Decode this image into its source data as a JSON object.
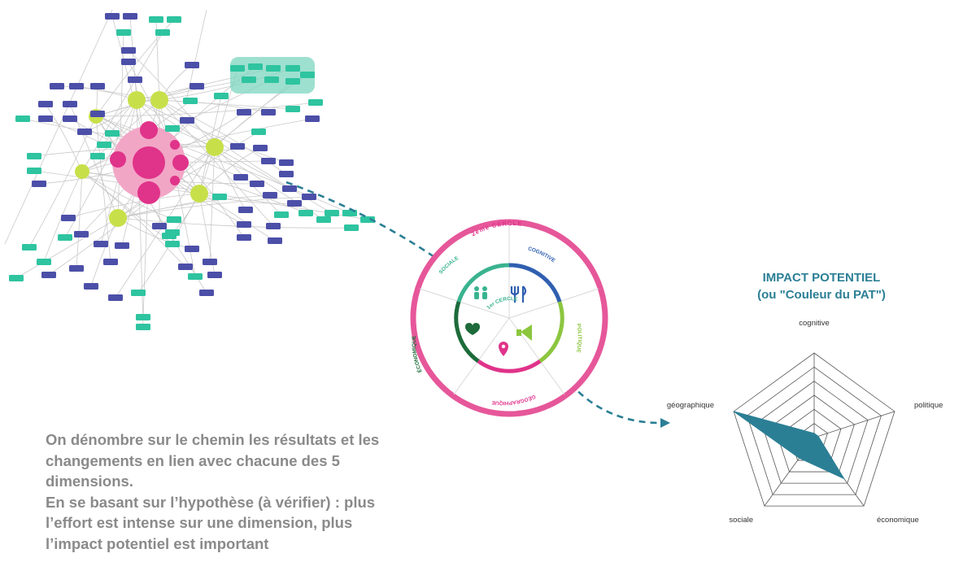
{
  "network_map": {
    "hub_node_count": 6
  },
  "wheel": {
    "outer_ring_color": "#e6579a",
    "labels": {
      "second_circle": "2ème CERCLE",
      "first_circle": "1er CERCLE",
      "cognitive": "COGNITIVE",
      "politique": "POLITIQUE",
      "geographique": "GÉOGRAPHIQUE",
      "economique": "ÉCONOMIQUE",
      "sociale": "SOCIALE"
    },
    "segment_colors": {
      "cognitive": "#2f5fb0",
      "politique": "#8cc63f",
      "geographique": "#e0338a",
      "economique": "#1d6b3a",
      "sociale": "#39b38f"
    },
    "icons": [
      "people-icon",
      "cutlery-icon",
      "megaphone-icon",
      "location-pin-icon",
      "heart-hand-icon"
    ]
  },
  "caption": {
    "lines": [
      "On dénombre sur le chemin les résultats et les",
      "changements en lien avec chacune des 5",
      "dimensions.",
      "En se basant sur l’hypothèse (à vérifier) : plus",
      "l’effort est intense sur une dimension, plus",
      "l’impact potentiel est important"
    ]
  },
  "radar": {
    "title_line1": "IMPACT POTENTIEL",
    "title_line2": "(ou \"Couleur du PAT\")",
    "fill_color": "#2b7f95",
    "axis_labels": {
      "cognitive": "cognitive",
      "politique": "politique",
      "economique": "économique",
      "sociale": "sociale",
      "geographique": "géographique"
    }
  },
  "chart_data": {
    "type": "radar",
    "categories": [
      "cognitive",
      "politique",
      "économique",
      "sociale",
      "géographique"
    ],
    "values": [
      0.05,
      0.05,
      0.6,
      0.3,
      1.0
    ],
    "rings": 6,
    "range": [
      0,
      1
    ]
  }
}
